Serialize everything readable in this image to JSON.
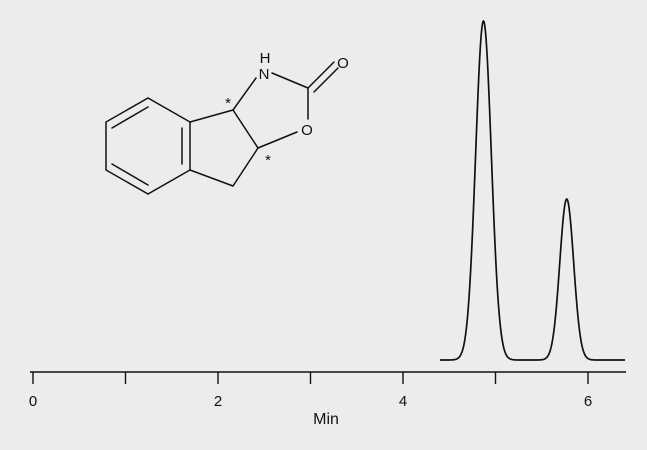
{
  "chart_data": {
    "type": "line",
    "title": "",
    "xlabel": "Min",
    "ylabel": "",
    "xlim": [
      0,
      6.4
    ],
    "ylim": [
      0,
      1.0
    ],
    "x_ticks": [
      0,
      1,
      2,
      3,
      4,
      5,
      6
    ],
    "x_tick_labels": [
      "0",
      "",
      "2",
      "",
      "4",
      "",
      "6"
    ],
    "grid": false,
    "series": [
      {
        "peaks": [
          {
            "retention_min": 4.87,
            "height": 1.0,
            "width_min": 0.085
          },
          {
            "retention_min": 5.77,
            "height": 0.475,
            "width_min": 0.075
          }
        ],
        "baseline": {
          "start_min": 4.4,
          "end_min": 6.4,
          "level": 0.0
        }
      }
    ]
  },
  "structure": {
    "atoms": {
      "nh": "N",
      "nh_h": "H",
      "ring_o": "O",
      "carbonyl_o": "O"
    },
    "stereo_marks": [
      "*",
      "*"
    ]
  }
}
